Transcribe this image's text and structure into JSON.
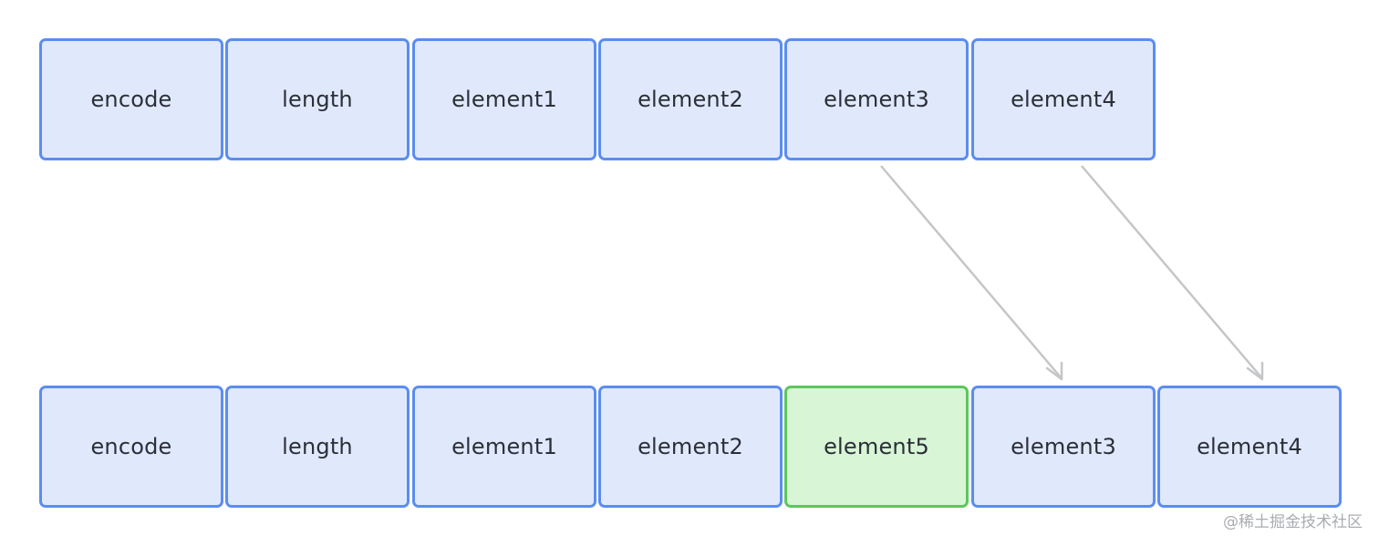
{
  "top_row": [
    "encode",
    "length",
    "element1",
    "element2",
    "element3",
    "element4"
  ],
  "bottom_row": [
    "encode",
    "length",
    "element1",
    "element2",
    "element5",
    "element3",
    "element4"
  ],
  "colors": {
    "cell_border": "#5b8def",
    "cell_fill": "#e0e9fc",
    "new_cell_border": "#5cc75c",
    "new_cell_fill": "#d8f5d6",
    "arrow": "#c4c6c8"
  },
  "watermark": "@稀土掘金技术社区"
}
